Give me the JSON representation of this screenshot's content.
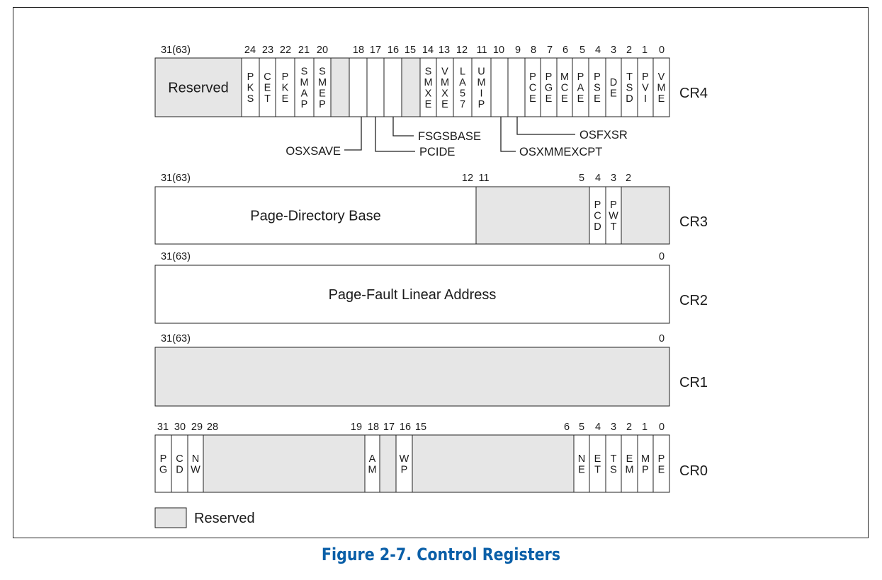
{
  "figure_caption": "Figure 2-7.  Control Registers",
  "legend": {
    "label": "Reserved"
  },
  "colors": {
    "reserved_fill": "#e6e6e6",
    "caption": "#0a5fa8",
    "line": "#222222",
    "text": "#1a1a1a"
  },
  "registers": [
    {
      "name": "CR4",
      "numbers": [
        "31(63)",
        "24",
        "23",
        "22",
        "21",
        "20",
        "18",
        "17",
        "16",
        "15",
        "14",
        "13",
        "12",
        "11",
        "10",
        "9",
        "8",
        "7",
        "6",
        "5",
        "4",
        "3",
        "2",
        "1",
        "0"
      ],
      "fields": [
        {
          "label": "Reserved",
          "reserved": true
        },
        {
          "label": "PKS"
        },
        {
          "label": "CET"
        },
        {
          "label": "PKE"
        },
        {
          "label": "SMAP"
        },
        {
          "label": "SMEP"
        },
        {
          "label": "",
          "reserved": true
        },
        {
          "label": ""
        },
        {
          "label": ""
        },
        {
          "label": ""
        },
        {
          "label": "",
          "reserved": true
        },
        {
          "label": "SMXE"
        },
        {
          "label": "VMXE"
        },
        {
          "label": "LA57"
        },
        {
          "label": "UMIP"
        },
        {
          "label": ""
        },
        {
          "label": ""
        },
        {
          "label": "PCE"
        },
        {
          "label": "PGE"
        },
        {
          "label": "MCE"
        },
        {
          "label": "PAE"
        },
        {
          "label": "PSE"
        },
        {
          "label": "DE"
        },
        {
          "label": "TSD"
        },
        {
          "label": "PVI"
        },
        {
          "label": "VME"
        }
      ],
      "callouts": [
        "OSXSAVE",
        "PCIDE",
        "FSGSBASE",
        "OSXMMEXCPT",
        "OSFXSR"
      ]
    },
    {
      "name": "CR3",
      "numbers": [
        "31(63)",
        "12",
        "11",
        "5",
        "4",
        "3",
        "2"
      ],
      "fields": [
        {
          "label": "Page-Directory Base"
        },
        {
          "label": "",
          "reserved": true
        },
        {
          "label": "PCD"
        },
        {
          "label": "PWT"
        },
        {
          "label": "",
          "reserved": true
        }
      ]
    },
    {
      "name": "CR2",
      "numbers": [
        "31(63)",
        "0"
      ],
      "fields": [
        {
          "label": "Page-Fault Linear Address"
        }
      ]
    },
    {
      "name": "CR1",
      "numbers": [
        "31(63)",
        "0"
      ],
      "fields": [
        {
          "label": "",
          "reserved": true
        }
      ]
    },
    {
      "name": "CR0",
      "numbers": [
        "31",
        "30",
        "29",
        "28",
        "19",
        "18",
        "17",
        "16",
        "15",
        "6",
        "5",
        "4",
        "3",
        "2",
        "1",
        "0"
      ],
      "fields": [
        {
          "label": "PG"
        },
        {
          "label": "CD"
        },
        {
          "label": "NW"
        },
        {
          "label": "",
          "reserved": true
        },
        {
          "label": "AM"
        },
        {
          "label": "",
          "reserved": true
        },
        {
          "label": "WP"
        },
        {
          "label": "",
          "reserved": true
        },
        {
          "label": "NE"
        },
        {
          "label": "ET"
        },
        {
          "label": "TS"
        },
        {
          "label": "EM"
        },
        {
          "label": "MP"
        },
        {
          "label": "PE"
        }
      ]
    }
  ]
}
